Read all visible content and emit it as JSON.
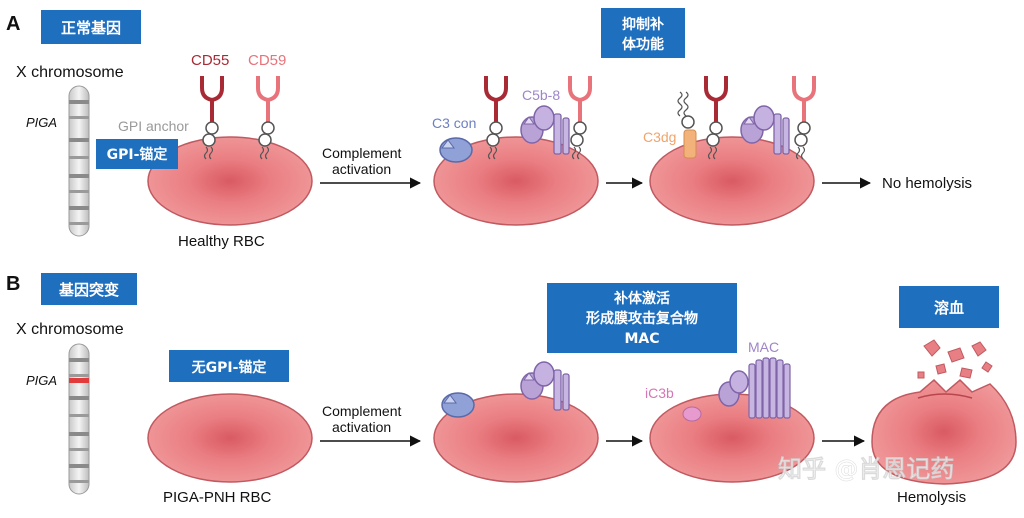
{
  "panel_a": {
    "letter": "A",
    "badge_top": "正常基因",
    "chromosome_label": "X chromosome",
    "gene_label": "PIGA",
    "cd55": "CD55",
    "cd59": "CD59",
    "gpi_anchor": "GPI anchor",
    "gpi_badge": "GPI-锚定",
    "cell_label": "Healthy RBC",
    "arrow_text_1": "Complement",
    "arrow_text_2": "activation",
    "c3con": "C3 con",
    "c5b8": "C5b-8",
    "c3dg": "C3dg",
    "inhibit_line1": "抑制补",
    "inhibit_line2": "体功能",
    "outcome": "No hemolysis"
  },
  "panel_b": {
    "letter": "B",
    "badge_top": "基因突变",
    "chromosome_label": "X chromosome",
    "gene_label": "PIGA",
    "no_gpi_badge": "无GPI-锚定",
    "cell_label": "PIGA-PNH RBC",
    "arrow_text_1": "Complement",
    "arrow_text_2": "activation",
    "activate_line1": "补体激活",
    "activate_line2": "形成膜攻击复合物",
    "activate_line3": "MAC",
    "mac": "MAC",
    "ic3b": "iC3b",
    "hemolysis_badge": "溶血",
    "outcome": "Hemolysis"
  },
  "watermark": "知乎 @肖恩记药",
  "colors": {
    "badge_blue": "#1f6fbf",
    "rbc_fill": "#e9797d",
    "cd55": "#a82a35",
    "cd59": "#e8737a",
    "complement_purple": "#b9a3d6",
    "c3_blue": "#8fa1d6",
    "c3dg_orange": "#f2b27a",
    "ic3b_pink": "#e69acd"
  }
}
